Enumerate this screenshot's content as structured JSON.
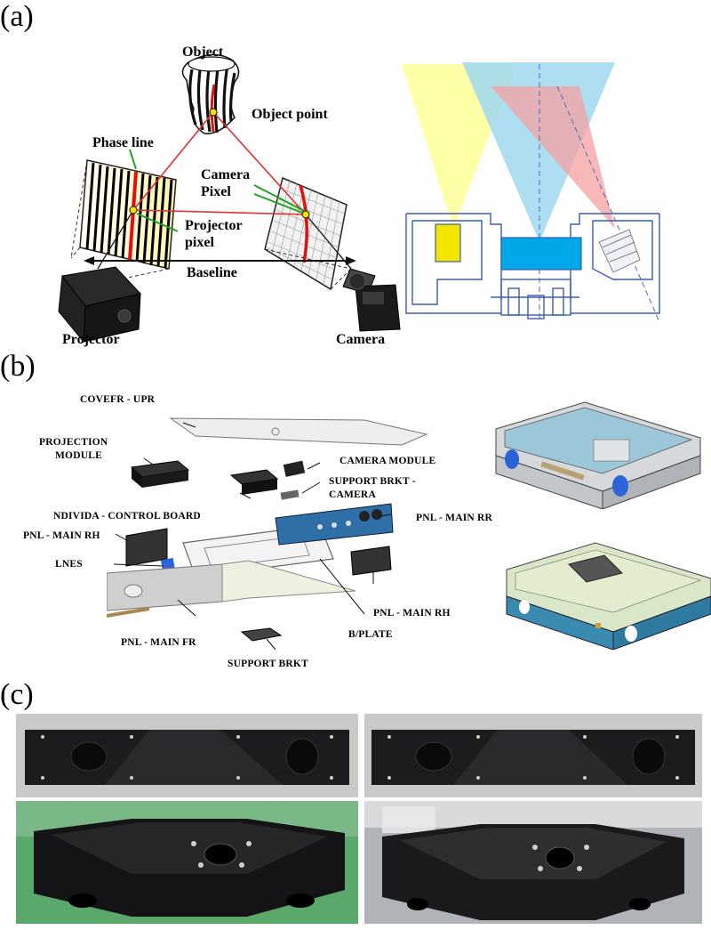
{
  "panels": {
    "a": "(a)",
    "b": "(b)",
    "c": "(c)"
  },
  "panel_a": {
    "labels": {
      "object": "Object",
      "object_point": "Object point",
      "phase_line": "Phase line",
      "camera_pixel_1": "Camera",
      "camera_pixel_2": "Pixel",
      "projector_pixel_1": "Projector",
      "projector_pixel_2": "pixel",
      "baseline": "Baseline",
      "projector": "Projector",
      "camera": "Camera"
    },
    "colors": {
      "projector_beam": "#ffff99",
      "center_beam": "#9fd8f0",
      "camera_beam": "#f6a0a0",
      "sensor_block": "#00a8e8",
      "projector_block": "#f2e600",
      "ray": "#e03030",
      "phase_line": "#e01010",
      "pointer": "#20a020"
    }
  },
  "panel_b": {
    "labels": {
      "cover_upr": "COVEFR - UPR",
      "projection_module_1": "PROJECTION",
      "projection_module_2": "MODULE",
      "camera_module": "CAMERA MODULE",
      "support_brkt_camera_1": "SUPPORT BRKT -",
      "support_brkt_camera_2": "CAMERA",
      "control_board": "NDIVIDA - CONTROL BOARD",
      "pnl_main_rr": "PNL - MAIN RR",
      "pnl_main_rh_left": "PNL - MAIN RH",
      "lnes": "LNES",
      "pnl_main_rh_right": "PNL - MAIN RH",
      "b_plate": "B/PLATE",
      "pnl_main_fr": "PNL - MAIN FR",
      "support_brkt": "SUPPORT BRKT"
    },
    "colors": {
      "panel_blue": "#2f6fa8",
      "lens_blue": "#2d63d8",
      "housing_gray": "#c9ccd0",
      "housing_teal": "#3a8bb0",
      "base_green": "#d9e6c8"
    }
  },
  "panel_c": {
    "colors": {
      "metal_black": "#1c1c1e",
      "background_gray": "#c8cac8",
      "table_green": "#5aa86a"
    }
  }
}
